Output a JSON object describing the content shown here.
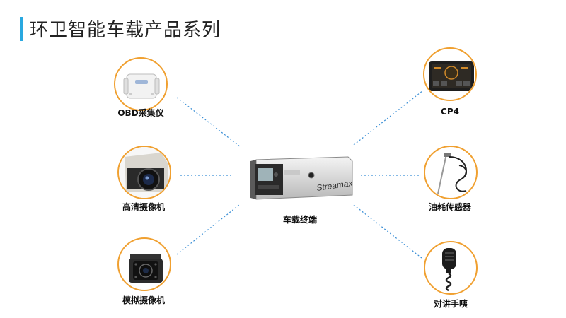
{
  "page": {
    "title": "环卫智能车载产品系列"
  },
  "center": {
    "label": "车载终端",
    "brand": "Streamax"
  },
  "nodes": {
    "obd": {
      "label": "OBD采集仪"
    },
    "hd_camera": {
      "label": "高清摄像机"
    },
    "analog_camera": {
      "label": "模拟摄像机"
    },
    "cp4": {
      "label": "CP4"
    },
    "fuel_sensor": {
      "label": "油耗传感器"
    },
    "handset": {
      "label": "对讲手咦"
    }
  },
  "colors": {
    "accent": "#29a8e0",
    "ring": "#f0a030",
    "connector": "#3a8fd6"
  }
}
